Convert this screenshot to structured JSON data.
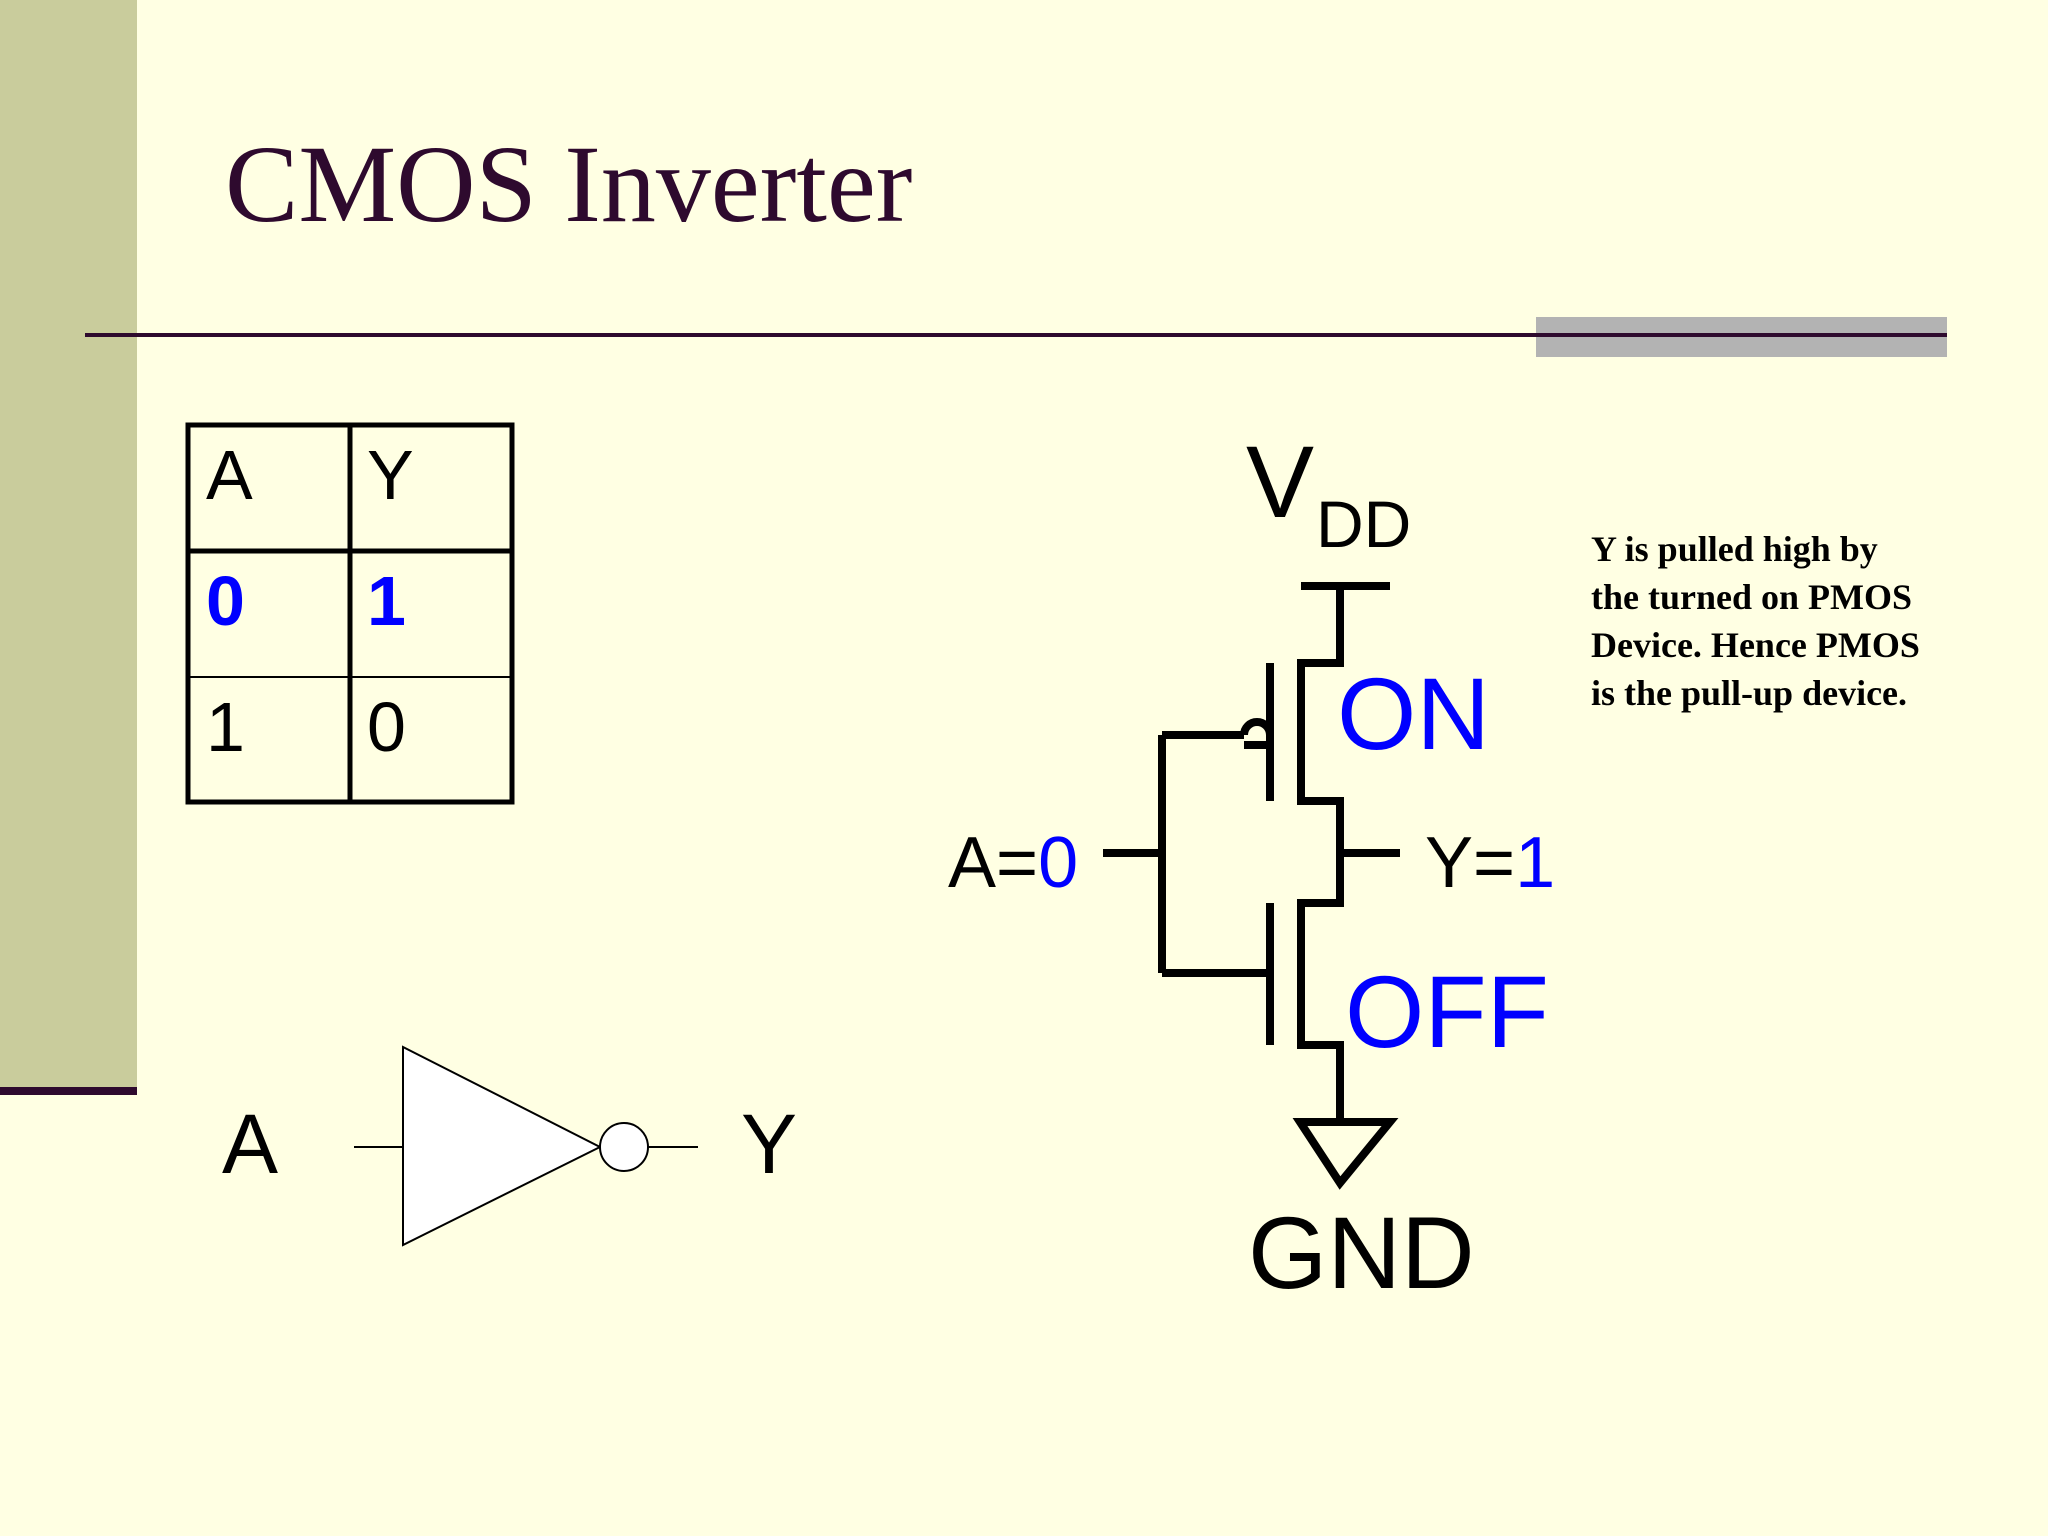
{
  "slide": {
    "title": "CMOS Inverter"
  },
  "truth_table": {
    "headers": [
      "A",
      "Y"
    ],
    "rows": [
      {
        "a": "0",
        "y": "1"
      },
      {
        "a": "1",
        "y": "0"
      }
    ]
  },
  "gate_symbol": {
    "input_label": "A",
    "output_label": "Y"
  },
  "schematic": {
    "vdd_main": "V",
    "vdd_sub": "DD",
    "pmos_state": "ON",
    "nmos_state": "OFF",
    "input_prefix": "A=",
    "input_value": "0",
    "output_prefix": "Y=",
    "output_value": "1",
    "ground_label": "GND"
  },
  "note": {
    "lines": [
      "Y is pulled high by",
      "the turned on PMOS",
      "Device. Hence PMOS",
      "is the pull-up device."
    ]
  },
  "colors": {
    "background": "#FFFFE3",
    "sidebar": "#C9CC9C",
    "title": "#2E0A2E",
    "highlight": "#0000FF",
    "accent_bar": "#B3B3B3"
  }
}
